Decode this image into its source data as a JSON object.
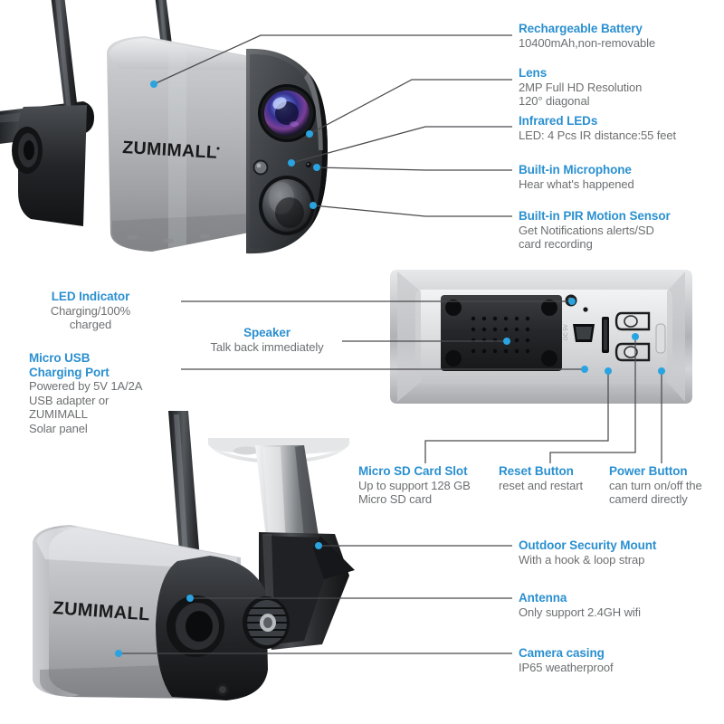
{
  "brand": "ZUMIMALL",
  "colors": {
    "heading": "#2b90d0",
    "body_text": "#6d6f71",
    "dot": "#2aa3e0",
    "line": "#4a4a4d",
    "casing_silver": "#b9bbbd",
    "casing_dark": "#2c2d30",
    "background": "#ffffff"
  },
  "callouts": {
    "battery": {
      "title": "Rechargeable Battery",
      "desc": "10400mAh,non-removable"
    },
    "lens": {
      "title": "Lens",
      "desc_1": "2MP Full HD Resolution",
      "desc_2": "120° diagonal"
    },
    "ir_leds": {
      "title": "Infrared LEDs",
      "desc": "LED: 4 Pcs IR distance:55 feet"
    },
    "microphone": {
      "title": "Built-in Microphone",
      "desc": "Hear what's happened"
    },
    "pir": {
      "title": "Built-in PIR Motion Sensor",
      "desc_1": "Get Notifications alerts/SD",
      "desc_2": "card recording"
    },
    "led_indicator": {
      "title": "LED Indicator",
      "desc_1": "Charging/100%",
      "desc_2": "charged"
    },
    "speaker": {
      "title": "Speaker",
      "desc": "Talk back immediately"
    },
    "micro_usb": {
      "title_1": "Micro USB",
      "title_2": "Charging Port",
      "desc_1": "Powered by 5V 1A/2A",
      "desc_2": "USB adapter or",
      "desc_3": "ZUMIMALL",
      "desc_4": "Solar panel"
    },
    "sd_slot": {
      "title": "Micro SD Card Slot",
      "desc_1": "Up to support 128 GB",
      "desc_2": "Micro SD card"
    },
    "reset": {
      "title": "Reset Button",
      "desc": "reset and restart"
    },
    "power": {
      "title": "Power Button",
      "desc_1": "can turn on/off the",
      "desc_2": "camerd directly"
    },
    "mount": {
      "title": "Outdoor Security Mount",
      "desc": "With a hook & loop strap"
    },
    "antenna": {
      "title": "Antenna",
      "desc": "Only support 2.4GH wifi"
    },
    "casing": {
      "title": "Camera casing",
      "desc": "IP65 weatherproof"
    }
  }
}
